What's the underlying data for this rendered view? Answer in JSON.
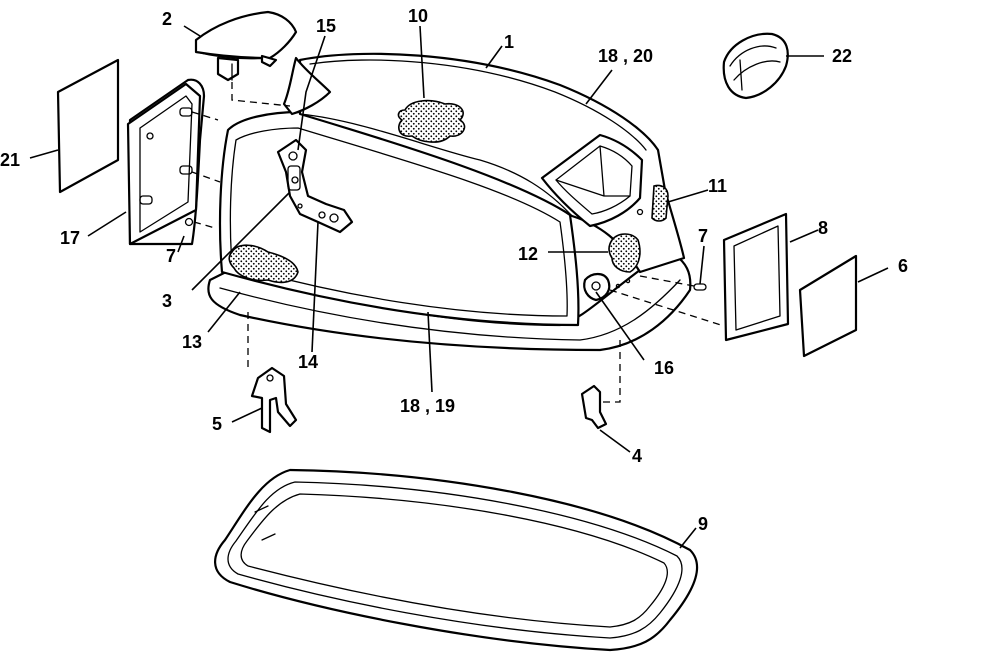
{
  "callouts": {
    "c1": "1",
    "c2": "2",
    "c3": "3",
    "c4": "4",
    "c5": "5",
    "c6": "6",
    "c7a": "7",
    "c7b": "7",
    "c8": "8",
    "c9": "9",
    "c10": "10",
    "c11": "11",
    "c12": "12",
    "c13": "13",
    "c14": "14",
    "c15": "15",
    "c16": "16",
    "c17": "17",
    "c1820": "18 , 20",
    "c1819": "18 , 19",
    "c21": "21",
    "c22": "22"
  }
}
